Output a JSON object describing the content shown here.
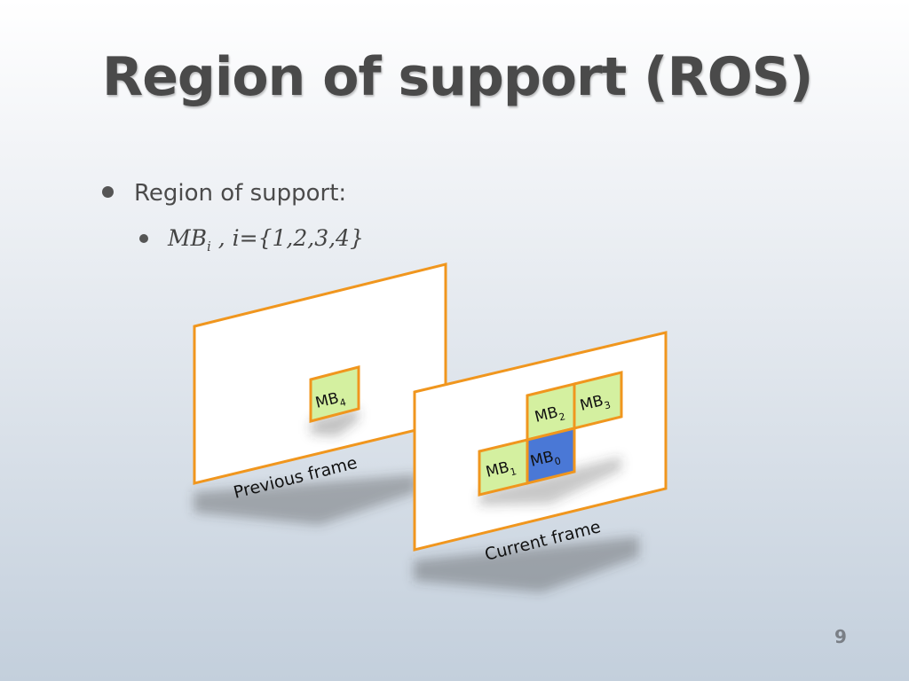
{
  "slide": {
    "title": "Region of support (ROS)",
    "page_number": "9"
  },
  "bullets": {
    "level1": "Region of support:",
    "level2_var": "MB",
    "level2_sub": "i",
    "level2_rest": " , i={1,2,3,4}"
  },
  "diagram": {
    "previous_frame_label": "Previous frame",
    "current_frame_label": "Current frame",
    "blocks": [
      {
        "id": "mb4",
        "base": "MB",
        "sub": "4"
      },
      {
        "id": "mb1",
        "base": "MB",
        "sub": "1"
      },
      {
        "id": "mb0",
        "base": "MB",
        "sub": "0"
      },
      {
        "id": "mb2",
        "base": "MB",
        "sub": "2"
      },
      {
        "id": "mb3",
        "base": "MB",
        "sub": "3"
      }
    ]
  },
  "colors": {
    "frame_border": "#f0961e",
    "neighbor_fill": "#d4f0a0",
    "current_fill": "#4a78d6",
    "title_text": "#4a4a4a"
  }
}
